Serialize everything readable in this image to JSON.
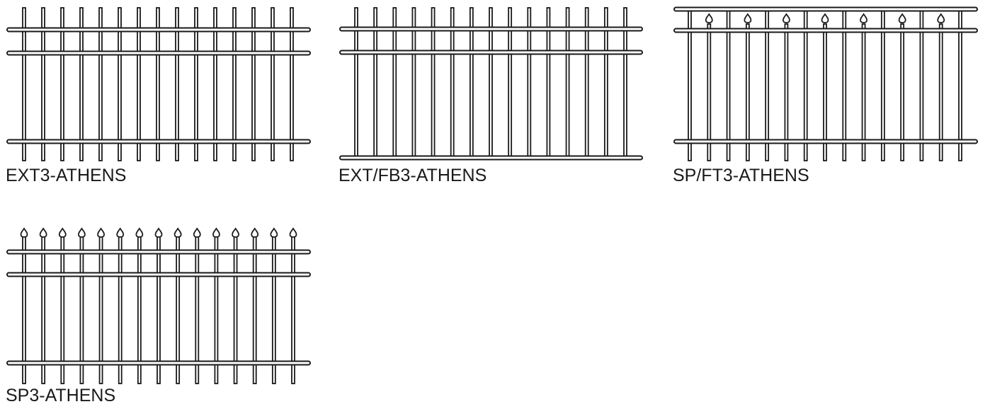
{
  "panels": [
    {
      "id": "ext3",
      "label": "EXT3-ATHENS",
      "pickets": 15,
      "style": "extended-top-and-bottom"
    },
    {
      "id": "extfb3",
      "label": "EXT/FB3-ATHENS",
      "pickets": 15,
      "style": "extended-top-flush-bottom"
    },
    {
      "id": "spft3",
      "label": "SP/FT3-ATHENS",
      "pickets": 15,
      "style": "alternating-spear-flush-top"
    },
    {
      "id": "sp3",
      "label": "SP3-ATHENS",
      "pickets": 15,
      "style": "spear-top-extended-bottom"
    }
  ],
  "colors": {
    "stroke": "#1a1a1a",
    "fill": "#ffffff"
  }
}
